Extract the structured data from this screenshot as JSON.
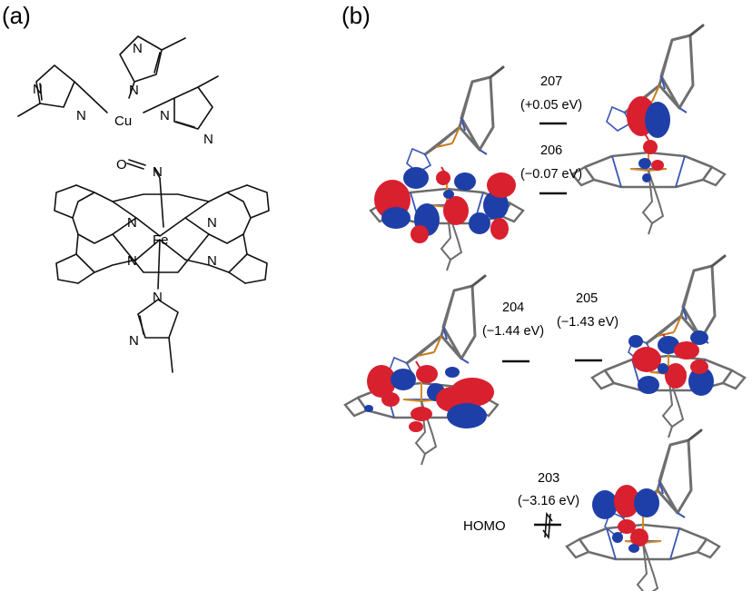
{
  "panels": {
    "a": "(a)",
    "b": "(b)"
  },
  "atoms": {
    "cu": "Cu",
    "fe": "Fe",
    "n": "N",
    "o": "O"
  },
  "orbitals": [
    {
      "id": "207",
      "energy": "(+0.05 eV)"
    },
    {
      "id": "206",
      "energy": "(−0.07 eV)"
    },
    {
      "id": "204",
      "energy": "(−1.44 eV)"
    },
    {
      "id": "205",
      "energy": "(−1.43 eV)"
    },
    {
      "id": "203",
      "energy": "(−3.16 eV)"
    }
  ],
  "homo_label": "HOMO",
  "colors": {
    "lobe_red": "#d9202e",
    "lobe_blue": "#1f3fa8",
    "stick": "#7a7a7a",
    "stick_blue": "#3a55b5",
    "iron": "#d88a1c"
  }
}
